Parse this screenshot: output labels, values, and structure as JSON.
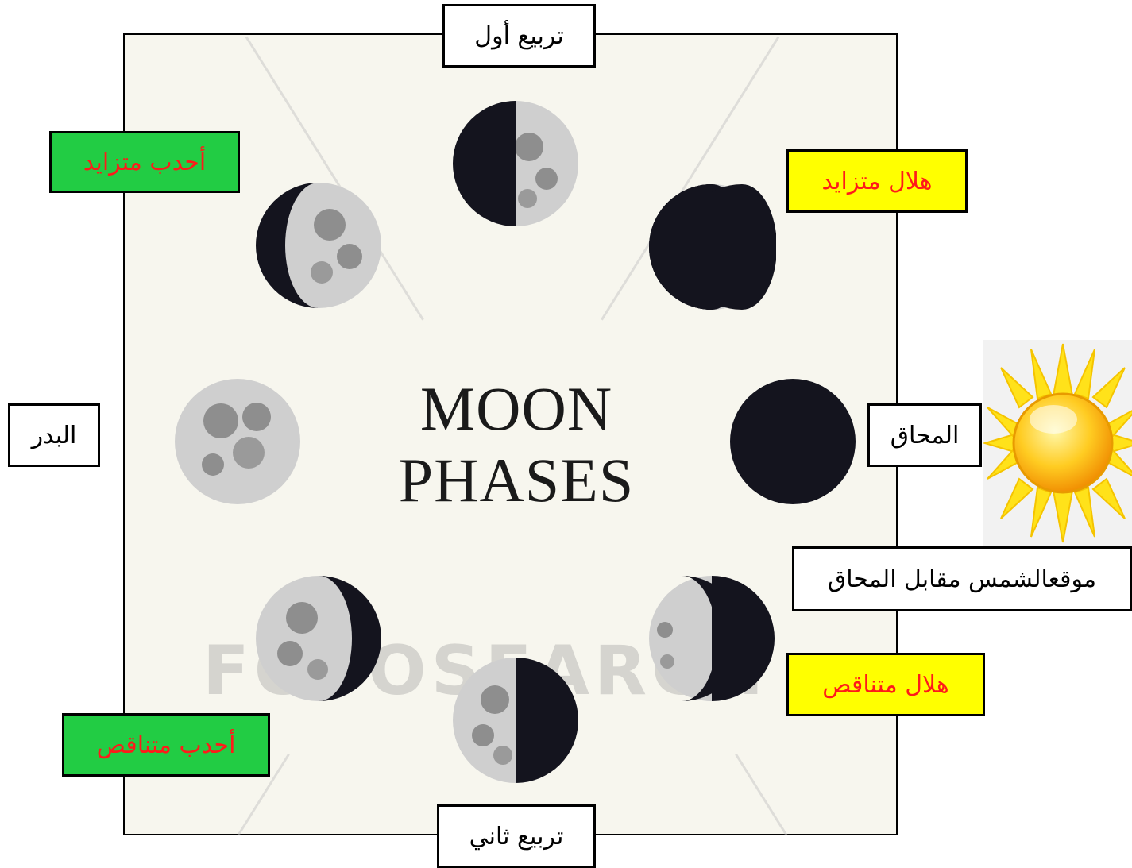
{
  "diagram": {
    "title_line1": "MOON",
    "title_line2": "PHASES",
    "watermark": "FOTOSEARCH"
  },
  "labels": {
    "first_quarter": "تربيع أول",
    "third_quarter": "تربيع ثاني",
    "waxing_gibbous": "أحدب متزايد",
    "waning_gibbous": "أحدب متناقص",
    "waxing_crescent": "هلال متزايد",
    "waning_crescent": "هلال متناقص",
    "full_moon": "البدر",
    "new_moon": "المحاق",
    "sun_position": "موقعالشمس مقابل المحاق"
  },
  "colors": {
    "dark_side": "#14141e",
    "lit_side": "#cfcfcf",
    "green_label": "#22cc44",
    "yellow_label": "#ffff00",
    "label_text_red": "#ff1a1a"
  }
}
